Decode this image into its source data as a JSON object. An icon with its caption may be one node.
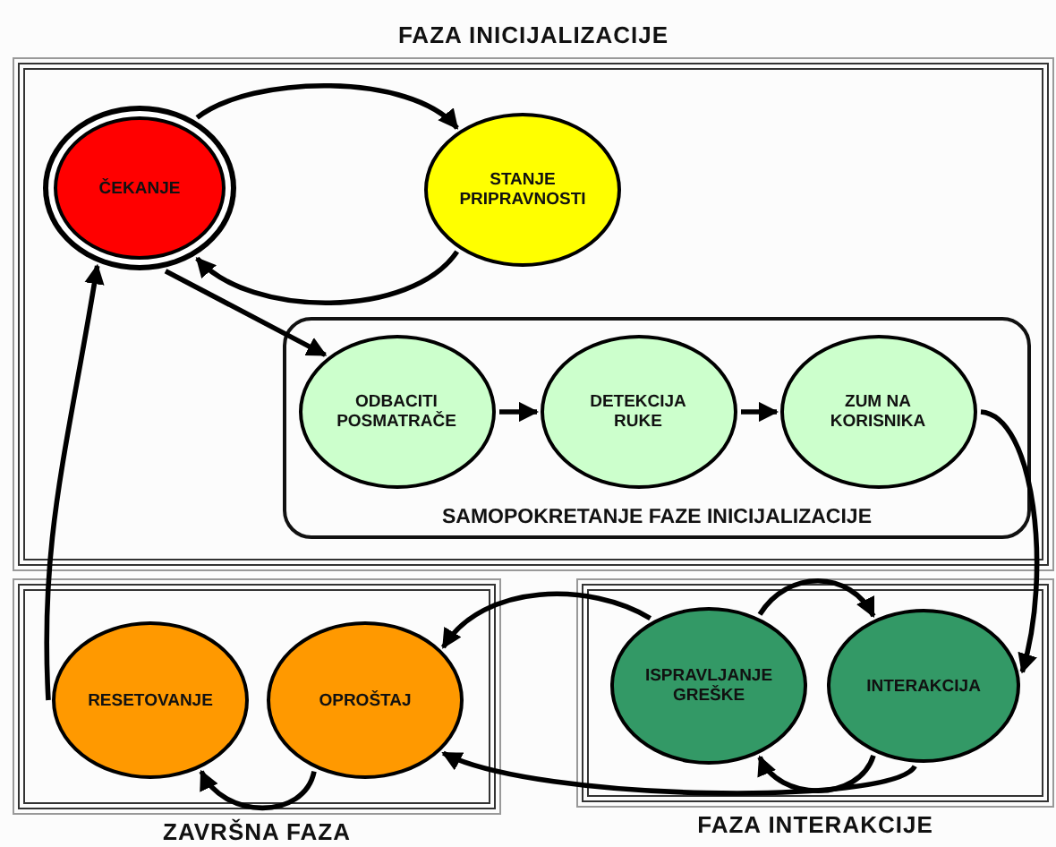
{
  "diagram": {
    "nodes": [
      {
        "text": [
          "FAZA INICIJALIZACIJE"
        ]
      },
      {
        "text": [
          "ČEKANJE"
        ],
        "in": 0
      },
      {
        "text": [
          "STANJE PRIPRAVNOSTI"
        ],
        "in": 0
      },
      {
        "text": [
          "SAMOPOKRETANJE FAZE INICIJALIZACIJE"
        ],
        "in": 0
      },
      {
        "text": [
          "ODBACITI POSMATRAČE"
        ],
        "in": 3
      },
      {
        "text": [
          "DETEKCIJA RUKE"
        ],
        "in": 3
      },
      {
        "text": [
          "ZUM NA KORISNIKA"
        ],
        "in": 3
      },
      {
        "text": [
          "ZAVRŠNA FAZA"
        ]
      },
      {
        "text": [
          "RESETOVANJE"
        ],
        "in": 7
      },
      {
        "text": [
          "OPROŠTAJ"
        ],
        "in": 7
      },
      {
        "text": [
          "FAZA INTERAKCIJE"
        ]
      },
      {
        "text": [
          "ISPRAVLJANJE GREŠKE"
        ],
        "in": 10
      },
      {
        "text": [
          "INTERAKCIJA"
        ],
        "in": 10
      }
    ],
    "edges": [
      {
        "from": 1,
        "to": 2,
        "arrow": "to"
      },
      {
        "from": 2,
        "to": 1,
        "arrow": "to"
      },
      {
        "from": 1,
        "to": 4,
        "arrow": "to"
      },
      {
        "from": 4,
        "to": 5,
        "arrow": "to"
      },
      {
        "from": 5,
        "to": 6,
        "arrow": "to"
      },
      {
        "from": 6,
        "to": 12,
        "arrow": "to"
      },
      {
        "from": 11,
        "to": 12,
        "arrow": "to"
      },
      {
        "from": 12,
        "to": 11,
        "arrow": "to"
      },
      {
        "from": 11,
        "to": 9,
        "arrow": "to"
      },
      {
        "from": 12,
        "to": 9,
        "arrow": "to"
      },
      {
        "from": 9,
        "to": 8,
        "arrow": "to"
      },
      {
        "from": 8,
        "to": 1,
        "arrow": "to"
      }
    ]
  }
}
